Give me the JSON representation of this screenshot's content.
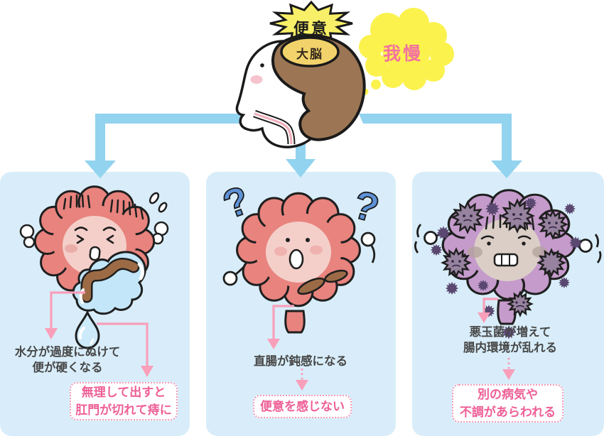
{
  "head": {
    "urge_label": "便意",
    "brain_label": "大脳",
    "thought_label": "我慢"
  },
  "panels": [
    {
      "caption": "水分が過度にぬけて\n便が硬くなる",
      "warning": "無理して出すと\n肛門が切れて痔に"
    },
    {
      "caption": "直腸が鈍感になる",
      "warning": "便意を感じない"
    },
    {
      "caption": "悪玉菌が増えて\n腸内環境が乱れる",
      "warning": "別の病気や\n不調があらわれる"
    }
  ],
  "icons": {
    "question_mark_glyph": "?"
  },
  "colors": {
    "panel_background": "#d8edf9",
    "connector_arrow_blue": "#92d3ef",
    "pointer_arrow_pink": "#f99fba",
    "warning_border_pink": "#f59ab8",
    "warning_text_pink": "#ee5f96",
    "caption_text": "#474747",
    "starburst_yellow": "#f8ef68",
    "thought_bubble_yellow": "#fbf24e",
    "thought_text_pink": "#f2729f",
    "brain_brown": "#9c7654",
    "cerebrum_oval_yellow": "#f2d36b",
    "intestine_pink": "#e8837e",
    "intestine_face_pink": "#f4cfc9",
    "troubled_intestine_purple": "#c59bcb",
    "troubled_face_beige": "#dbcec7",
    "bacteria_dark_purple": "#5a4871",
    "bacteria_light_purple": "#97829f",
    "water_blue": "#c3e6f8",
    "stool_brown": "#9c6b46",
    "question_mark_blue": "#5f92d6"
  }
}
